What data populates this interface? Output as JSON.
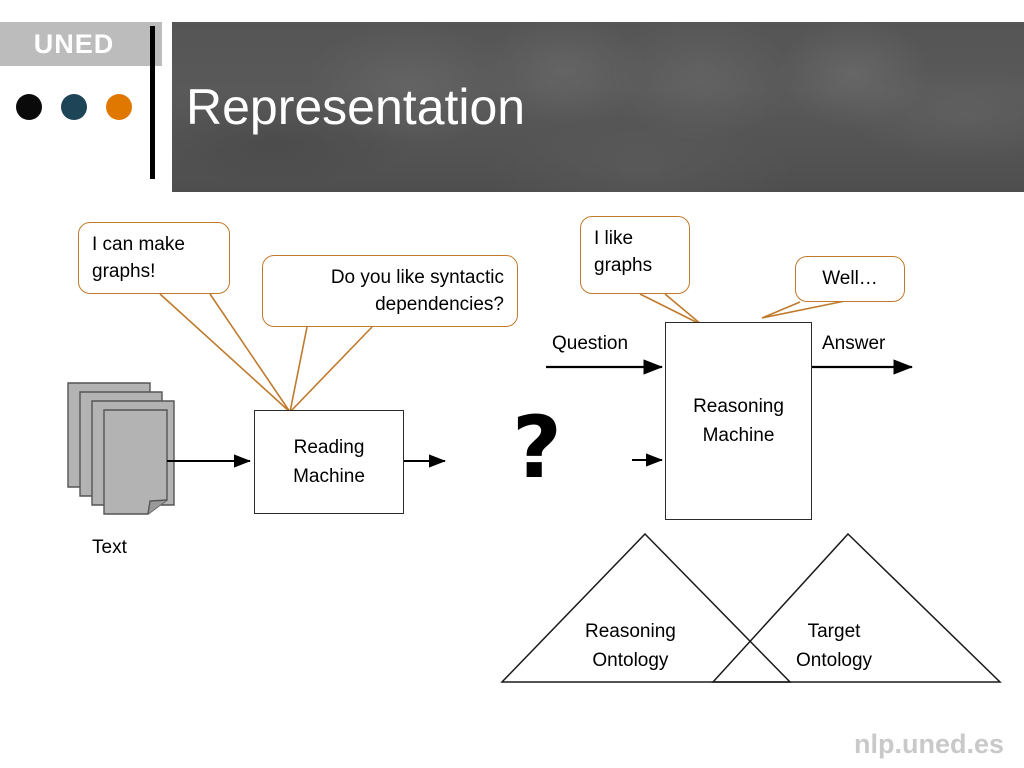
{
  "slide": {
    "title": "Representation",
    "footer_watermark": "nlp.uned.es",
    "logo_text": "UNED",
    "colors": {
      "logo_bar": "#bcbcbc",
      "dot_black": "#0a0a0a",
      "dot_teal": "#1e4458",
      "dot_orange": "#e07800",
      "banner": "#555555",
      "bubble_border": "#c07a2c",
      "document_fill": "#b3b3b3",
      "watermark": "#c9c9c9"
    }
  },
  "diagram": {
    "nodes": {
      "reading_machine": {
        "line1": "Reading",
        "line2": "Machine"
      },
      "reasoning_machine": {
        "line1": "Reasoning",
        "line2": "Machine"
      }
    },
    "labels": {
      "text": "Text",
      "question": "Question",
      "answer": "Answer",
      "question_mark": "?"
    },
    "ontologies": [
      {
        "line1": "Reasoning",
        "line2": "Ontology"
      },
      {
        "line1": "Target",
        "line2": "Ontology"
      }
    ],
    "bubbles": [
      {
        "id": "graphs",
        "line1": "I can make",
        "line2": "graphs!"
      },
      {
        "id": "syntactic",
        "line1": "Do you like syntactic",
        "line2": "dependencies?"
      },
      {
        "id": "ilike",
        "line1": "I like",
        "line2": "graphs"
      },
      {
        "id": "well",
        "line1": "Well…",
        "line2": ""
      }
    ]
  }
}
